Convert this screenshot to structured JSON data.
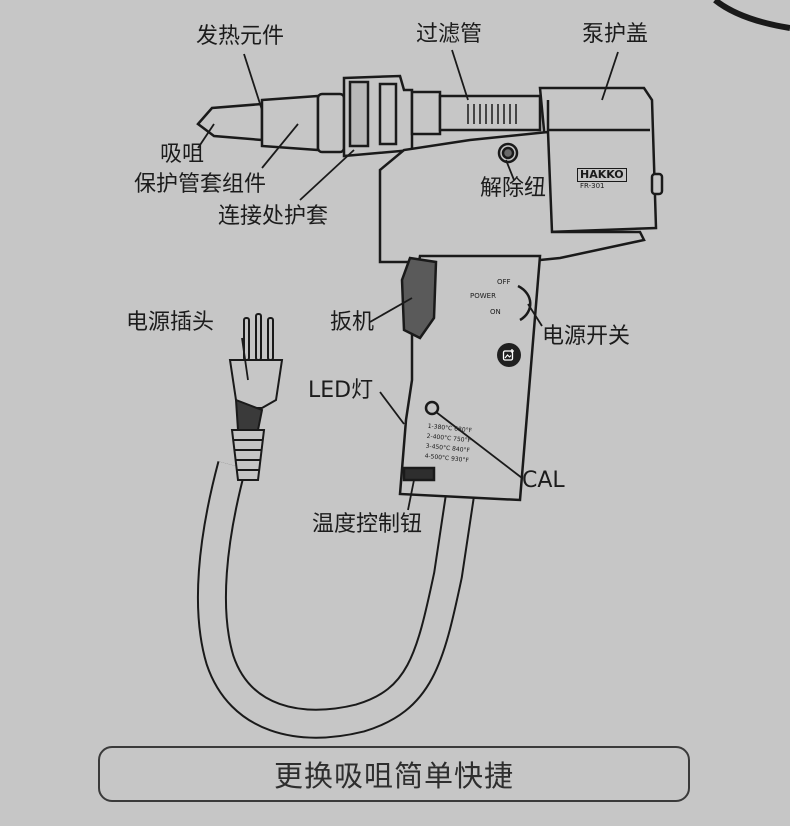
{
  "labels": {
    "heating_element": "发热元件",
    "filter_tube": "过滤管",
    "pump_cover": "泵护盖",
    "nozzle": "吸咀",
    "nozzle_sleeve": "保护管套组件",
    "joint_sleeve": "连接处护套",
    "release_button": "解除纽",
    "power_plug": "电源插头",
    "trigger": "扳机",
    "power_switch": "电源开关",
    "led": "LED灯",
    "cal": "CAL",
    "temp_knob": "温度控制钮"
  },
  "device": {
    "brand": "HAKKO",
    "model": "FR-301",
    "switch_off": "OFF",
    "switch_power": "POWER",
    "switch_on": "ON",
    "temp_settings": [
      "1-380°C 680°F",
      "2-400°C 750°F",
      "3-450°C 840°F",
      "4-500°C 930°F"
    ]
  },
  "banner": {
    "text": "更换吸咀简单快捷"
  },
  "colors": {
    "background": "#c6c6c6",
    "line": "#1a1a1a",
    "text": "#1c1c1c"
  },
  "icons": {
    "edit_button": "image-edit-icon"
  }
}
